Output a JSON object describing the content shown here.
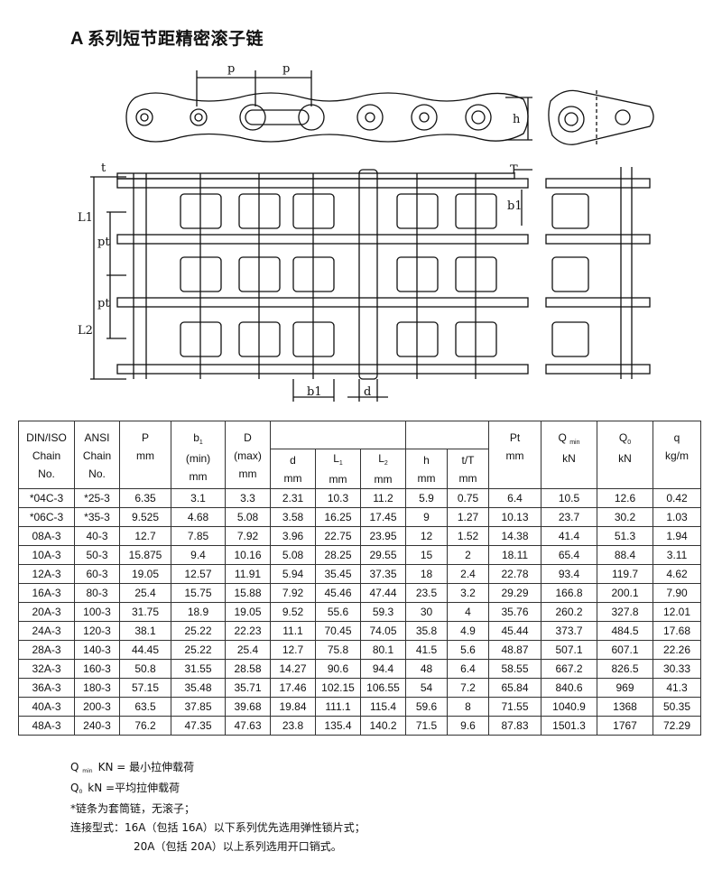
{
  "title": {
    "latin": "A",
    "cjk": "系列短节距精密滚子链"
  },
  "drawing": {
    "labels": {
      "p": "p",
      "h": "h",
      "t": "t",
      "T": "T",
      "b1": "b1",
      "L1": "L1",
      "L2": "L2",
      "pt": "pt",
      "d": "d"
    }
  },
  "table": {
    "headers": {
      "din": [
        "DIN/ISO",
        "Chain",
        "No."
      ],
      "ansi": [
        "ANSI",
        "Chain",
        "No."
      ],
      "p": [
        "P",
        "mm"
      ],
      "b1": [
        "b",
        "1",
        "(min)",
        "mm"
      ],
      "D": [
        "D",
        "(max)",
        "mm"
      ],
      "d": [
        "d",
        "mm"
      ],
      "L1": [
        "L",
        "1",
        "mm"
      ],
      "L2": [
        "L",
        "2",
        "mm"
      ],
      "h": [
        "h",
        "mm"
      ],
      "tT": [
        "t/T",
        "mm"
      ],
      "pt": [
        "Pt",
        "mm"
      ],
      "q_min": [
        "Q",
        "min",
        "kN"
      ],
      "q0": [
        "Q",
        "0",
        "kN"
      ],
      "q": [
        "q",
        "kg/m"
      ]
    },
    "rows": [
      [
        "*04C-3",
        "*25-3",
        "6.35",
        "3.1",
        "3.3",
        "2.31",
        "10.3",
        "11.2",
        "5.9",
        "0.75",
        "6.4",
        "10.5",
        "12.6",
        "0.42"
      ],
      [
        "*06C-3",
        "*35-3",
        "9.525",
        "4.68",
        "5.08",
        "3.58",
        "16.25",
        "17.45",
        "9",
        "1.27",
        "10.13",
        "23.7",
        "30.2",
        "1.03"
      ],
      [
        "08A-3",
        "40-3",
        "12.7",
        "7.85",
        "7.92",
        "3.96",
        "22.75",
        "23.95",
        "12",
        "1.52",
        "14.38",
        "41.4",
        "51.3",
        "1.94"
      ],
      [
        "10A-3",
        "50-3",
        "15.875",
        "9.4",
        "10.16",
        "5.08",
        "28.25",
        "29.55",
        "15",
        "2",
        "18.11",
        "65.4",
        "88.4",
        "3.11"
      ],
      [
        "12A-3",
        "60-3",
        "19.05",
        "12.57",
        "11.91",
        "5.94",
        "35.45",
        "37.35",
        "18",
        "2.4",
        "22.78",
        "93.4",
        "119.7",
        "4.62"
      ],
      [
        "16A-3",
        "80-3",
        "25.4",
        "15.75",
        "15.88",
        "7.92",
        "45.46",
        "47.44",
        "23.5",
        "3.2",
        "29.29",
        "166.8",
        "200.1",
        "7.90"
      ],
      [
        "20A-3",
        "100-3",
        "31.75",
        "18.9",
        "19.05",
        "9.52",
        "55.6",
        "59.3",
        "30",
        "4",
        "35.76",
        "260.2",
        "327.8",
        "12.01"
      ],
      [
        "24A-3",
        "120-3",
        "38.1",
        "25.22",
        "22.23",
        "11.1",
        "70.45",
        "74.05",
        "35.8",
        "4.9",
        "45.44",
        "373.7",
        "484.5",
        "17.68"
      ],
      [
        "28A-3",
        "140-3",
        "44.45",
        "25.22",
        "25.4",
        "12.7",
        "75.8",
        "80.1",
        "41.5",
        "5.6",
        "48.87",
        "507.1",
        "607.1",
        "22.26"
      ],
      [
        "32A-3",
        "160-3",
        "50.8",
        "31.55",
        "28.58",
        "14.27",
        "90.6",
        "94.4",
        "48",
        "6.4",
        "58.55",
        "667.2",
        "826.5",
        "30.33"
      ],
      [
        "36A-3",
        "180-3",
        "57.15",
        "35.48",
        "35.71",
        "17.46",
        "102.15",
        "106.55",
        "54",
        "7.2",
        "65.84",
        "840.6",
        "969",
        "41.3"
      ],
      [
        "40A-3",
        "200-3",
        "63.5",
        "37.85",
        "39.68",
        "19.84",
        "111.1",
        "115.4",
        "59.6",
        "8",
        "71.55",
        "1040.9",
        "1368",
        "50.35"
      ],
      [
        "48A-3",
        "240-3",
        "76.2",
        "47.35",
        "47.63",
        "23.8",
        "135.4",
        "140.2",
        "71.5",
        "9.6",
        "87.83",
        "1501.3",
        "1767",
        "72.29"
      ]
    ]
  },
  "notes": {
    "qmin_sym": "Q",
    "qmin_sub": "min",
    "qmin_text": "KN = 最小拉伸载荷",
    "q0_sym": "Q",
    "q0_sub": "0",
    "q0_text": "kN =平均拉伸载荷",
    "star": "*链条为套筒链，无滚子；",
    "conn1": "连接型式：16A（包括 16A）以下系列优先选用弹性锁片式；",
    "conn2": "20A（包括 20A）以上系列选用开口销式。"
  }
}
